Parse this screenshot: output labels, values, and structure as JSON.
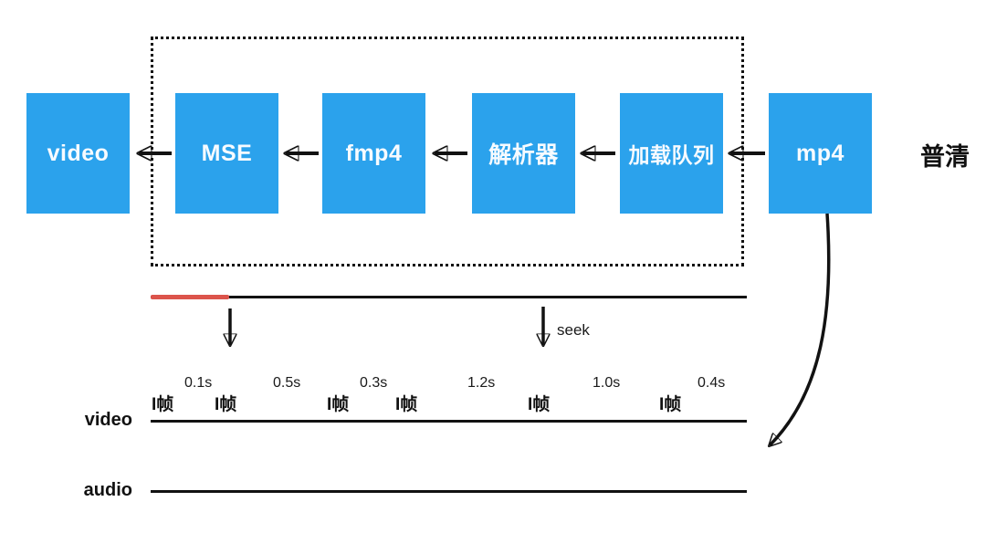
{
  "pipeline": {
    "boxes": [
      {
        "id": "video",
        "label": "video"
      },
      {
        "id": "mse",
        "label": "MSE"
      },
      {
        "id": "fmp4",
        "label": "fmp4"
      },
      {
        "id": "parser",
        "label": "解析器"
      },
      {
        "id": "queue",
        "label": "加载队列"
      },
      {
        "id": "mp4",
        "label": "mp4"
      }
    ],
    "quality_label": "普清",
    "flow_direction": "right-to-left"
  },
  "buffer": {
    "seek_label": "seek"
  },
  "frames": {
    "items": [
      {
        "kind": "iframe",
        "label": "I帧"
      },
      {
        "kind": "interval",
        "label": "0.1s"
      },
      {
        "kind": "iframe",
        "label": "I帧"
      },
      {
        "kind": "interval",
        "label": "0.5s"
      },
      {
        "kind": "iframe",
        "label": "I帧"
      },
      {
        "kind": "interval",
        "label": "0.3s"
      },
      {
        "kind": "iframe",
        "label": "I帧"
      },
      {
        "kind": "interval",
        "label": "1.2s"
      },
      {
        "kind": "iframe",
        "label": "I帧"
      },
      {
        "kind": "interval",
        "label": "1.0s"
      },
      {
        "kind": "iframe",
        "label": "I帧"
      },
      {
        "kind": "interval",
        "label": "0.4s"
      }
    ]
  },
  "tracks": {
    "video_label": "video",
    "audio_label": "audio"
  },
  "colors": {
    "box_blue": "#2BA2EC",
    "buffer_red": "#DC544B",
    "line_black": "#121212"
  }
}
